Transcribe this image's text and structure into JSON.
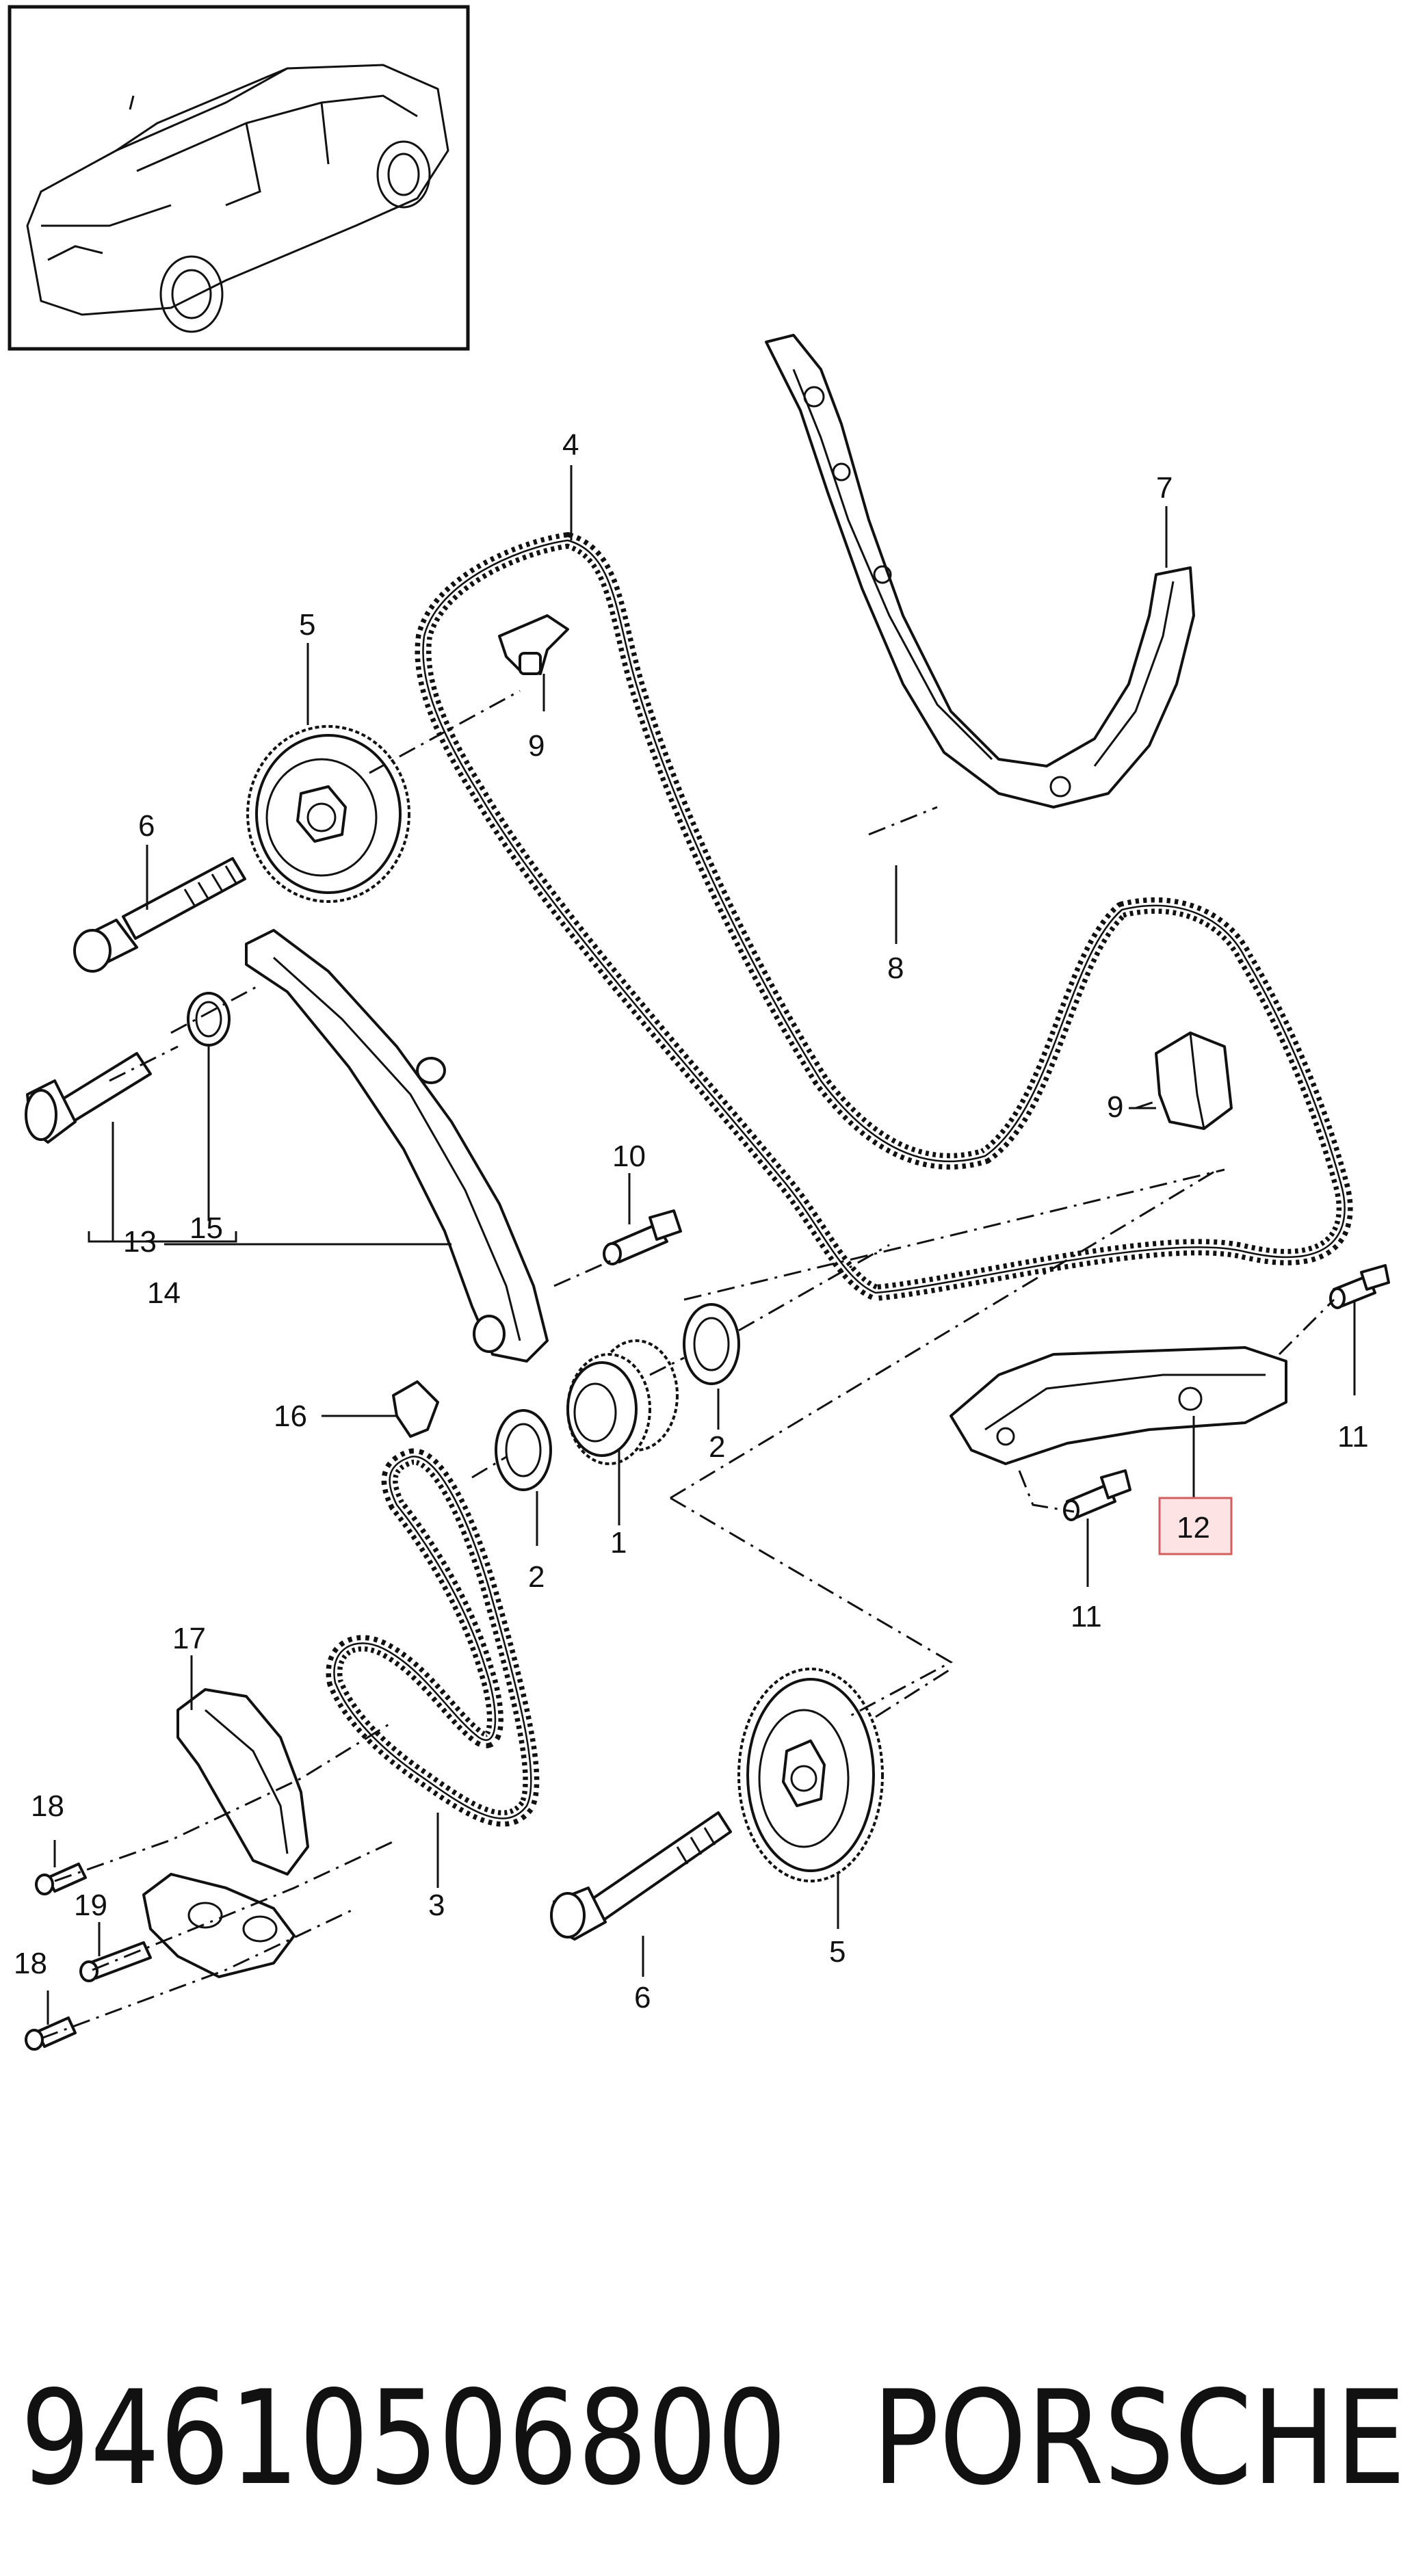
{
  "diagram": {
    "callouts": [
      {
        "id": "c4",
        "label": "4"
      },
      {
        "id": "c7",
        "label": "7"
      },
      {
        "id": "c5a",
        "label": "5"
      },
      {
        "id": "c9a",
        "label": "9"
      },
      {
        "id": "c6a",
        "label": "6"
      },
      {
        "id": "c8",
        "label": "8"
      },
      {
        "id": "c9b",
        "label": "9"
      },
      {
        "id": "c10",
        "label": "10"
      },
      {
        "id": "c15",
        "label": "15"
      },
      {
        "id": "c14",
        "label": "14"
      },
      {
        "id": "c13",
        "label": "13"
      },
      {
        "id": "c11a",
        "label": "11"
      },
      {
        "id": "c16",
        "label": "16"
      },
      {
        "id": "c2a",
        "label": "2"
      },
      {
        "id": "c12",
        "label": "12",
        "highlighted": true
      },
      {
        "id": "c2b",
        "label": "2"
      },
      {
        "id": "c1",
        "label": "1"
      },
      {
        "id": "c11b",
        "label": "11"
      },
      {
        "id": "c17",
        "label": "17"
      },
      {
        "id": "c18a",
        "label": "18"
      },
      {
        "id": "c19",
        "label": "19"
      },
      {
        "id": "c3",
        "label": "3"
      },
      {
        "id": "c18b",
        "label": "18"
      },
      {
        "id": "c6b",
        "label": "6"
      },
      {
        "id": "c5b",
        "label": "5"
      }
    ],
    "highlight_colors": {
      "fill": "#fde3e3",
      "stroke": "#d06060"
    }
  },
  "footer": {
    "part_number": "94610506800",
    "brand": "PORSCHE"
  }
}
